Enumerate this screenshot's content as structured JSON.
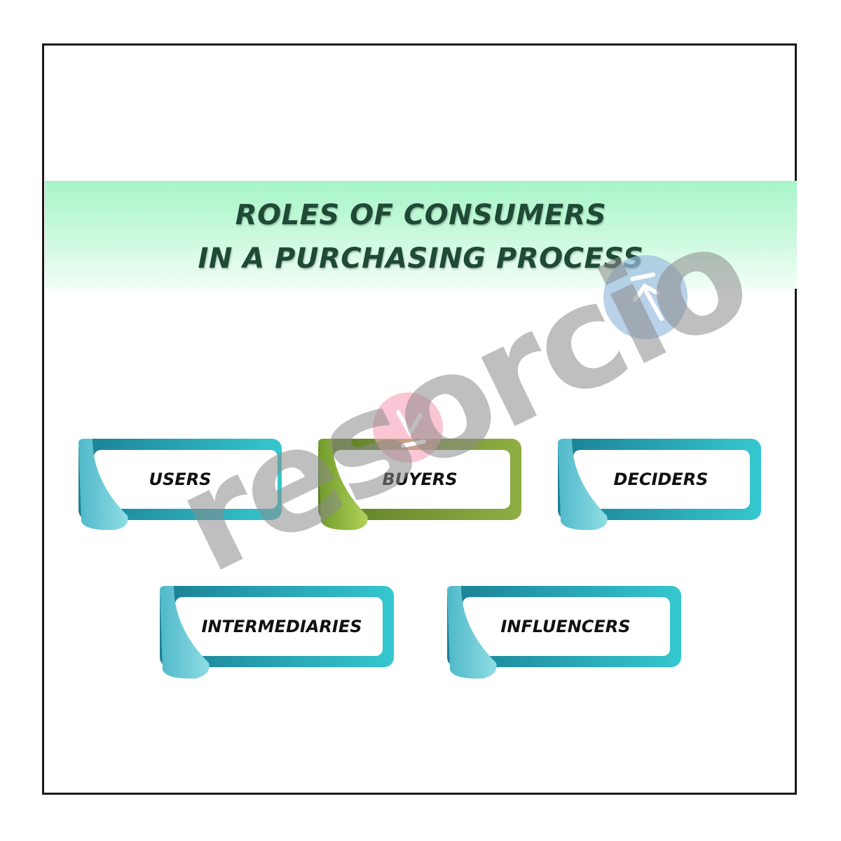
{
  "diagram": {
    "title_lines": [
      "ROLES OF CONSUMERS",
      "IN A PURCHASING PROCESS"
    ],
    "roles": [
      {
        "label": "USERS",
        "color": "#2bb6c9",
        "highlighted": false
      },
      {
        "label": "BUYERS",
        "color": "#7a9a38",
        "highlighted": true
      },
      {
        "label": "DECIDERS",
        "color": "#2bb6c9",
        "highlighted": false
      },
      {
        "label": "INTERMEDIARIES",
        "color": "#2bb6c9",
        "highlighted": false
      },
      {
        "label": "INFLUENCERS",
        "color": "#2bb6c9",
        "highlighted": false
      }
    ]
  },
  "watermark": {
    "text": "resorcio"
  },
  "colors": {
    "title_text": "#1f4a35",
    "title_band": "#a6f5c8",
    "teal": "#2bb6c9",
    "olive": "#7a9a38",
    "frame": "#1a1a1a"
  }
}
